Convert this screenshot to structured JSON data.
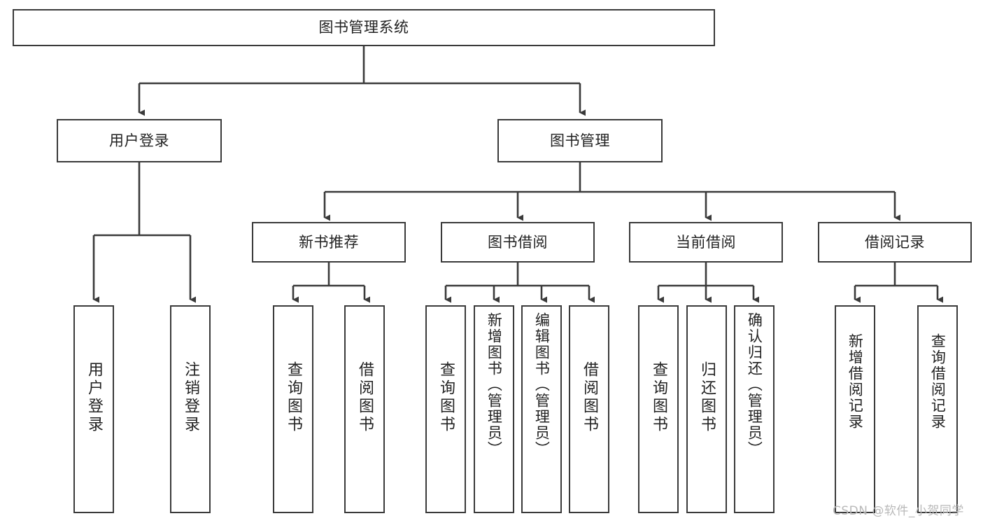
{
  "diagram": {
    "type": "tree-hierarchy",
    "title": "图书管理系统",
    "watermark": "CSDN @软件_小贺同学",
    "style": {
      "box_border_color": "#3a3a3a",
      "box_fill_color": "#ffffff",
      "connector_color": "#3a3a3a",
      "text_color": "#222222",
      "background": "#ffffff"
    },
    "nodes": {
      "root": {
        "label": "图书管理系统",
        "level": 0,
        "orientation": "horizontal"
      },
      "l1": [
        {
          "id": "user-login",
          "label": "用户登录",
          "orientation": "horizontal"
        },
        {
          "id": "book-management",
          "label": "图书管理",
          "orientation": "horizontal"
        }
      ],
      "l2": [
        {
          "id": "new-book-recommend",
          "label": "新书推荐",
          "orientation": "horizontal",
          "parent": "book-management"
        },
        {
          "id": "book-borrow",
          "label": "图书借阅",
          "orientation": "horizontal",
          "parent": "book-management"
        },
        {
          "id": "current-borrow",
          "label": "当前借阅",
          "orientation": "horizontal",
          "parent": "book-management"
        },
        {
          "id": "borrow-record",
          "label": "借阅记录",
          "orientation": "horizontal",
          "parent": "book-management"
        }
      ],
      "leaves": [
        {
          "id": "leaf-user-login",
          "label": "用户登录",
          "parent": "user-login",
          "orientation": "vertical"
        },
        {
          "id": "leaf-user-logout",
          "label": "注销登录",
          "parent": "user-login",
          "orientation": "vertical"
        },
        {
          "id": "leaf-query-book-1",
          "label": "查询图书",
          "parent": "new-book-recommend",
          "orientation": "vertical"
        },
        {
          "id": "leaf-borrow-book-1",
          "label": "借阅图书",
          "parent": "new-book-recommend",
          "orientation": "vertical"
        },
        {
          "id": "leaf-query-book-2",
          "label": "查询图书",
          "parent": "book-borrow",
          "orientation": "vertical"
        },
        {
          "id": "leaf-add-book",
          "label": "新增图书（管理员）",
          "parent": "book-borrow",
          "orientation": "vertical"
        },
        {
          "id": "leaf-edit-book",
          "label": "编辑图书（管理员）",
          "parent": "book-borrow",
          "orientation": "vertical"
        },
        {
          "id": "leaf-borrow-book-2",
          "label": "借阅图书",
          "parent": "book-borrow",
          "orientation": "vertical"
        },
        {
          "id": "leaf-query-book-3",
          "label": "查询图书",
          "parent": "current-borrow",
          "orientation": "vertical"
        },
        {
          "id": "leaf-return-book",
          "label": "归还图书",
          "parent": "current-borrow",
          "orientation": "vertical"
        },
        {
          "id": "leaf-confirm-return",
          "label": "确认归还（管理员）",
          "parent": "current-borrow",
          "orientation": "vertical"
        },
        {
          "id": "leaf-add-record",
          "label": "新增借阅记录",
          "parent": "borrow-record",
          "orientation": "vertical"
        },
        {
          "id": "leaf-query-record",
          "label": "查询借阅记录",
          "parent": "borrow-record",
          "orientation": "vertical"
        }
      ]
    }
  }
}
